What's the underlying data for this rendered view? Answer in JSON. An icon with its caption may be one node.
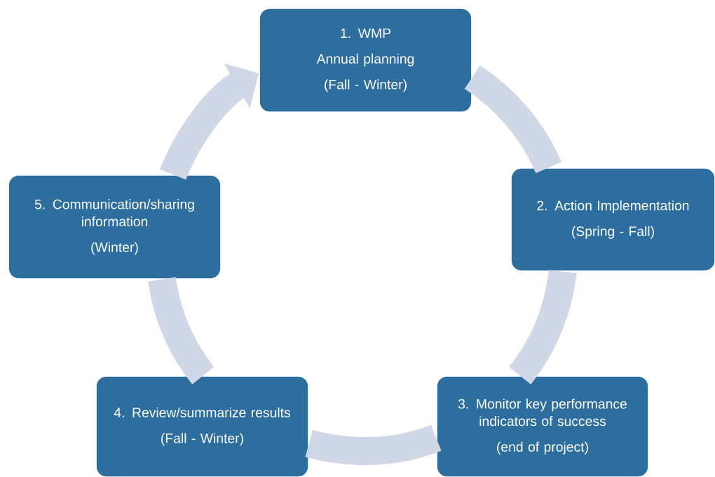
{
  "diagram": {
    "nodes": [
      {
        "text": [
          "1. WMP",
          "Annual planning",
          "(Fall - Winter)"
        ]
      },
      {
        "text": [
          "2. Action Implementation",
          "(Spring - Fall)"
        ]
      },
      {
        "text": [
          "3. Monitor key performance indicators of success",
          "(end of project)"
        ]
      },
      {
        "text": [
          "4. Review/summarize results",
          "(Fall - Winter)"
        ]
      },
      {
        "text": [
          "5. Communication/sharing information",
          "(Winter)"
        ]
      }
    ],
    "edges": [
      {
        "from": 0,
        "to": 1,
        "arrow": "none"
      },
      {
        "from": 1,
        "to": 2,
        "arrow": "none"
      },
      {
        "from": 2,
        "to": 3,
        "arrow": "none"
      },
      {
        "from": 3,
        "to": 4,
        "arrow": "none"
      },
      {
        "from": 4,
        "to": 0,
        "arrow": "to"
      }
    ]
  }
}
